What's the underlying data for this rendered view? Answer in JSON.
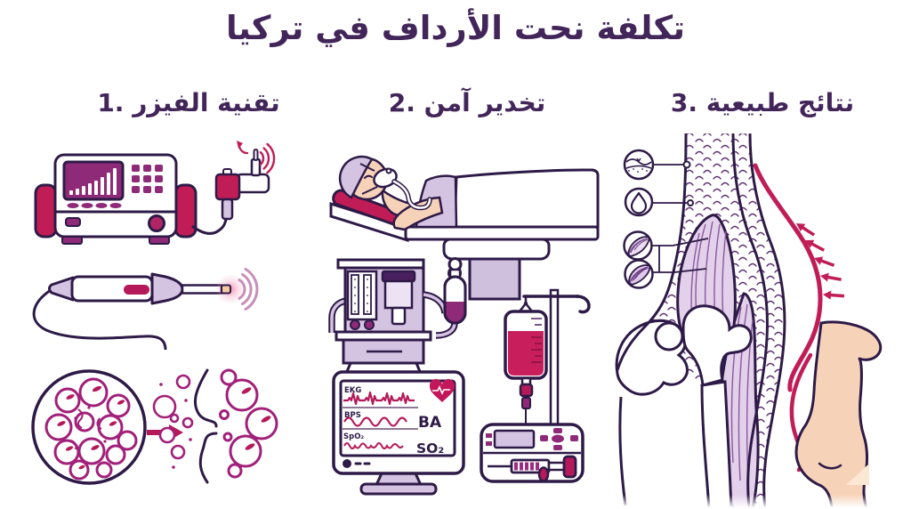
{
  "title": "تكلفة نحت الأرداف في تركيا",
  "sections": [
    {
      "label": "1. تقنية الفيزر"
    },
    {
      "label": "2. تخدير آمن"
    },
    {
      "label": "3. نتائج طبيعية"
    }
  ],
  "monitor": {
    "ekg_label": "EKG",
    "bps_label": "BPS",
    "spo2_label": "SpO₂",
    "ba_value": "BA",
    "so2_value": "SO₂"
  },
  "colors": {
    "heading": "#422559",
    "outline": "#2e1a47",
    "crimson": "#c01d56",
    "magenta": "#8e2a78",
    "lavender": "#d5c3e2",
    "skin": "#f6d3b8",
    "background": "#ffffff"
  },
  "illustrations": {
    "section1": [
      "vaser-machine",
      "vaser-handpiece",
      "ultrasonic-probe",
      "fat-cells-before",
      "fat-cells-after"
    ],
    "section2": [
      "patient-on-operating-table",
      "anesthesia-machine",
      "iv-drip",
      "vital-signs-monitor",
      "syringe-pump"
    ],
    "section3": [
      "skin-layers-callout",
      "fat-droplet-callout",
      "muscle-callouts",
      "buttock-anatomy",
      "contour-curve",
      "pressure-arrows",
      "body-silhouette"
    ]
  }
}
